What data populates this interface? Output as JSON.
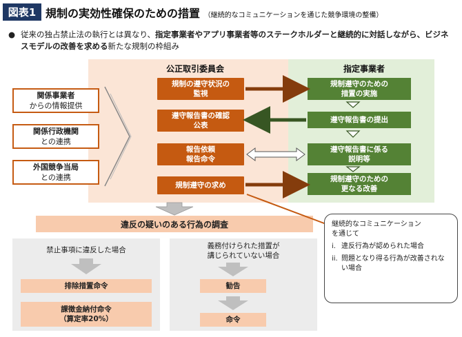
{
  "figure": {
    "label": "図表1",
    "title": "規制の実効性確保のための措置",
    "subtitle": "（継続的なコミュニケーションを通じた競争環境の整備）"
  },
  "intro": {
    "bullet": "●",
    "part1": "従来の独占禁止法の執行とは異なり、",
    "part2_bold": "指定事業者やアプリ事業者等のステークホルダーと継続的に対話しながら、ビジネスモデルの改善を求める",
    "part3": "新たな規制の枠組み"
  },
  "inputs": [
    {
      "title": "関係事業者",
      "sub": "からの情報提供"
    },
    {
      "title": "関係行政機関",
      "sub": "との連携"
    },
    {
      "title": "外国競争当局",
      "sub": "との連携"
    }
  ],
  "jftc": {
    "heading": "公正取引委員会",
    "boxes": [
      {
        "line1": "規制の遵守状況の",
        "line2": "監視"
      },
      {
        "line1": "遵守報告書の確認",
        "line2": "公表"
      },
      {
        "line1": "報告依頼",
        "line2": "報告命令"
      },
      {
        "line1": "規制遵守の求め",
        "line2": ""
      }
    ]
  },
  "designated": {
    "heading": "指定事業者",
    "boxes": [
      {
        "line1": "規制遵守のための",
        "line2": "措置の実施"
      },
      {
        "line1": "遵守報告書の提出",
        "line2": ""
      },
      {
        "line1": "遵守報告書に係る",
        "line2": "説明等"
      },
      {
        "line1": "規制遵守のための",
        "line2": "更なる改善"
      }
    ]
  },
  "investigation": "違反の疑いのある行為の調査",
  "left_branch": {
    "condition": "禁止事項に違反した場合",
    "action1": "排除措置命令",
    "action2_line1": "課徴金納付命令",
    "action2_line2": "（算定率20%）"
  },
  "right_branch": {
    "condition_line1": "義務付けられた措置が",
    "condition_line2": "講じられていない場合",
    "action1": "勧告",
    "action2": "命令"
  },
  "note": {
    "intro_line1": "継続的なコミュニケーション",
    "intro_line2": "を通じて",
    "items": [
      {
        "num": "i.",
        "text": "違反行為が認められた場合"
      },
      {
        "num": "ii.",
        "text": "問題となり得る行為が改善されない場合"
      }
    ]
  },
  "colors": {
    "navy": "#1f3864",
    "orange_dark": "#c55a11",
    "orange_light": "#f8cbad",
    "peach_bg": "#fbe5d6",
    "green_dark": "#548235",
    "green_bg": "#e2efd9",
    "grey_bg": "#ececec"
  }
}
